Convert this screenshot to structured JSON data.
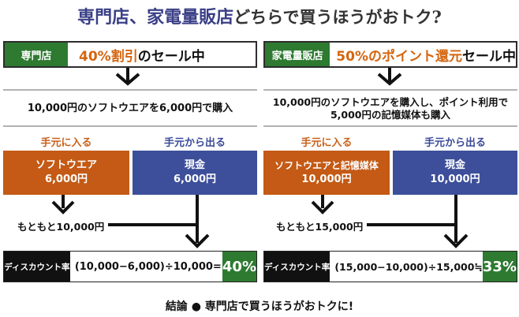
{
  "title": {
    "part1": "専門店、家電量販店",
    "part2": "どちらで買うほうがおトク?"
  },
  "left": {
    "store": "専門店",
    "headline_accent": "40%割引",
    "headline_rest": "のセール中",
    "description": [
      "10,000円のソフトウエアを6,000円で購入"
    ],
    "in_label": "手元に入る",
    "out_label": "手元から出る",
    "in_box": [
      "ソフトウエア",
      "6,000円"
    ],
    "out_box": [
      "現金",
      "6,000円"
    ],
    "original": "もともと10,000円",
    "discount_label": "ディスカウント率",
    "formula": "(10,000−6,000)÷10,000=",
    "percent": "40%"
  },
  "right": {
    "store": "家電量販店",
    "headline_accent": "50%のポイント還元",
    "headline_rest": "セール中",
    "description": [
      "10,000円のソフトウエアを購入し、ポイント利用で",
      "5,000円の記憶媒体も購入"
    ],
    "in_label": "手元に入る",
    "out_label": "手元から出る",
    "in_box": [
      "ソフトウエアと記憶媒体",
      "10,000円"
    ],
    "out_box": [
      "現金",
      "10,000円"
    ],
    "original": "もともと15,000円",
    "discount_label": "ディスカウント率",
    "formula": "(15,000−10,000)÷15,000≒",
    "percent": "33%"
  },
  "conclusion": {
    "prefix": "結論",
    "bullet": "●",
    "text": "専門店で買うほうがおトクに!"
  },
  "colors": {
    "green": "#2d7a30",
    "orange": "#c45a15",
    "blue": "#3d4f9a",
    "title_blue": "#3a3f86"
  }
}
